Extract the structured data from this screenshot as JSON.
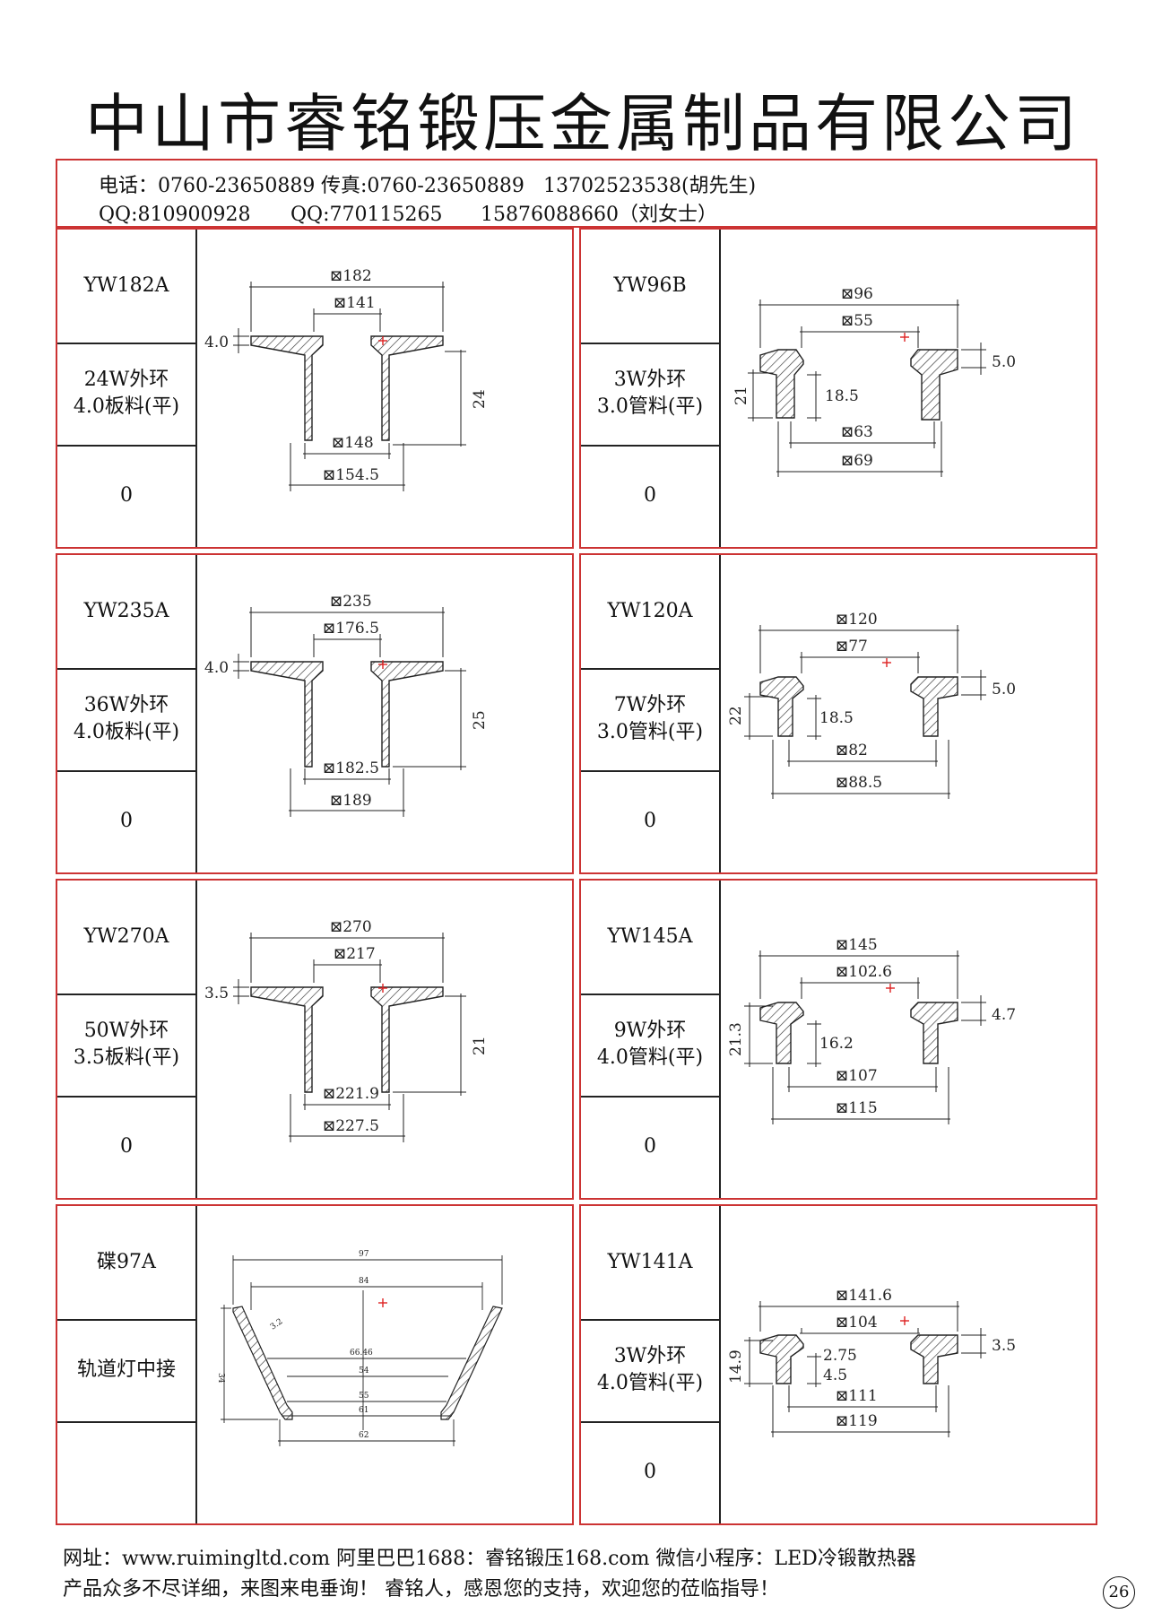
{
  "title": "中山市睿铭锻压金属制品有限公司",
  "contact": {
    "line1": [
      "电话：0760-23650889",
      "传真:0760-23650889",
      "13702523538(胡先生)"
    ],
    "line2": [
      "QQ:810900928",
      "QQ:770115265",
      "15876088660（刘女士）"
    ]
  },
  "products": [
    {
      "code": "YW182A",
      "desc": "24W外环\n4.0板料(平)",
      "qty": "0",
      "dims": {
        "top_outer": "⊠182",
        "top_inner": "⊠141",
        "thickness": "4.0",
        "height": "24",
        "bottom_inner": "⊠148",
        "bottom_outer": "⊠154.5"
      }
    },
    {
      "code": "YW96B",
      "desc": "3W外环\n3.0管料(平)",
      "qty": "0",
      "dims": {
        "top_outer": "⊠96",
        "top_inner": "⊠55",
        "thickness": "5.0",
        "height": "21",
        "stem": "18.5",
        "bottom_inner": "⊠63",
        "bottom_outer": "⊠69"
      }
    },
    {
      "code": "YW235A",
      "desc": "36W外环\n4.0板料(平)",
      "qty": "0",
      "dims": {
        "top_outer": "⊠235",
        "top_inner": "⊠176.5",
        "thickness": "4.0",
        "height": "25",
        "bottom_inner": "⊠182.5",
        "bottom_outer": "⊠189"
      }
    },
    {
      "code": "YW120A",
      "desc": "7W外环\n3.0管料(平)",
      "qty": "0",
      "dims": {
        "top_outer": "⊠120",
        "top_inner": "⊠77",
        "thickness": "5.0",
        "height": "22",
        "stem": "18.5",
        "bottom_inner": "⊠82",
        "bottom_outer": "⊠88.5"
      }
    },
    {
      "code": "YW270A",
      "desc": "50W外环\n3.5板料(平)",
      "qty": "0",
      "dims": {
        "top_outer": "⊠270",
        "top_inner": "⊠217",
        "thickness": "3.5",
        "height": "21",
        "bottom_inner": "⊠221.9",
        "bottom_outer": "⊠227.5"
      }
    },
    {
      "code": "YW145A",
      "desc": "9W外环\n4.0管料(平)",
      "qty": "0",
      "dims": {
        "top_outer": "⊠145",
        "top_inner": "⊠102.6",
        "thickness": "4.7",
        "height": "21.3",
        "stem": "16.2",
        "bottom_inner": "⊠107",
        "bottom_outer": "⊠115"
      }
    },
    {
      "code": "碟97A",
      "desc": "轨道灯中接",
      "qty": "",
      "dims": {
        "d97": "97",
        "d84": "84",
        "t32": "3.2",
        "d6646": "66.46",
        "d54": "54",
        "d55": "55",
        "d61": "61",
        "d62": "62",
        "h34": "34"
      }
    },
    {
      "code": "YW141A",
      "desc": "3W外环\n4.0管料(平)",
      "qty": "0",
      "dims": {
        "top_outer": "⊠141.6",
        "top_inner": "⊠104",
        "thickness": "3.5",
        "height": "14.9",
        "stem_a": "2.75",
        "stem_b": "4.5",
        "bottom_inner": "⊠111",
        "bottom_outer": "⊠119"
      }
    }
  ],
  "footer": {
    "line1": "网址：www.ruimingltd.com 阿里巴巴1688：睿铭锻压168.com 微信小程序：LED冷锻散热器",
    "line2": "产品众多不尽详细，来图来电垂询！    睿铭人，感恩您的支持，欢迎您的莅临指导！"
  },
  "page_number": "26"
}
